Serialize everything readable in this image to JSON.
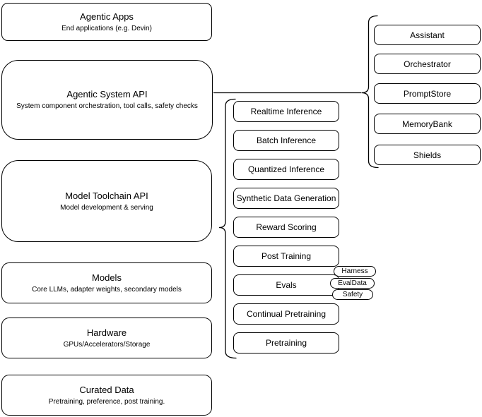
{
  "colors": {
    "background": "#ffffff",
    "stroke": "#000000",
    "fill": "#ffffff",
    "text": "#000000"
  },
  "left_stack": [
    {
      "title": "Agentic Apps",
      "subtitle": "End applications (e.g. Devin)"
    },
    {
      "title": "Agentic System API",
      "subtitle": "System component orchestration, tool calls, safety checks"
    },
    {
      "title": "Model Toolchain API",
      "subtitle": "Model development & serving"
    },
    {
      "title": "Models",
      "subtitle": "Core LLMs, adapter weights, secondary models"
    },
    {
      "title": "Hardware",
      "subtitle": "GPUs/Accelerators/Storage"
    },
    {
      "title": "Curated Data",
      "subtitle": "Pretraining, preference, post training."
    }
  ],
  "toolchain_group": {
    "items": [
      "Realtime Inference",
      "Batch Inference",
      "Quantized Inference",
      "Synthetic Data Generation",
      "Reward Scoring",
      "Post Training",
      "Evals",
      "Continual Pretraining",
      "Pretraining"
    ],
    "evals_tags": [
      "Harness",
      "EvalData",
      "Safety"
    ]
  },
  "system_group": {
    "items": [
      "Assistant",
      "Orchestrator",
      "PromptStore",
      "MemoryBank",
      "Shields"
    ]
  }
}
